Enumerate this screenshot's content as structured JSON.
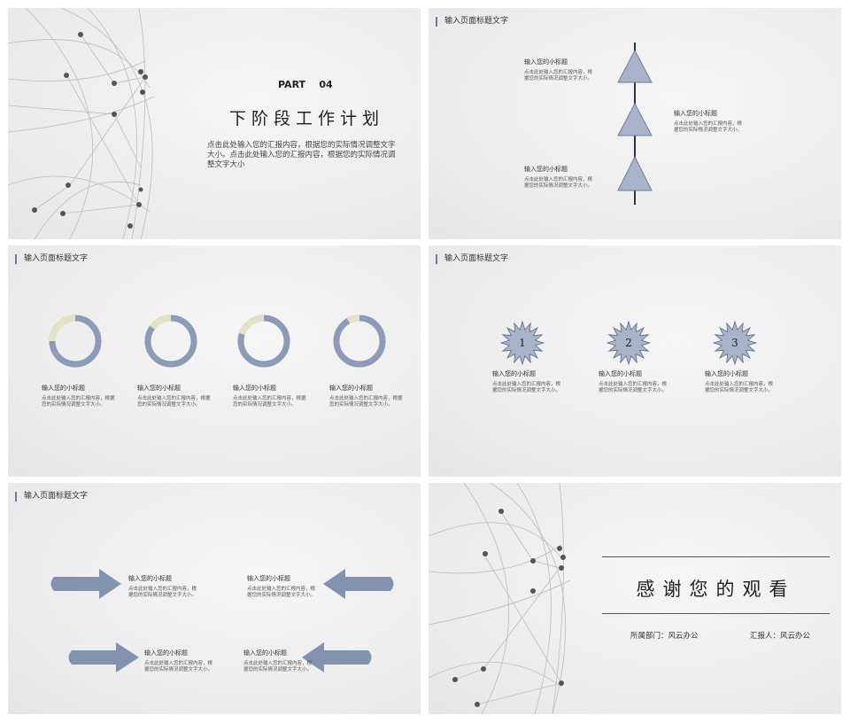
{
  "colors": {
    "accent": "#8e9bb6",
    "accent_dark": "#2d3447",
    "highlight": "#e4e2c4",
    "line": "#b8b8b8"
  },
  "slide1": {
    "part": "PART    04",
    "title": "下阶段工作计划",
    "desc": "点击此处输入您的汇报内容，根据您的实际情况调整文字大小。点击此处输入您的汇报内容，根据您的实际情况调整文字大小"
  },
  "slide2": {
    "header": "输入页面标题文字",
    "items": [
      {
        "title": "输入您的小标题",
        "desc": "点击此处输入您的汇报内容，根据您的实际情况调整文字大小。"
      },
      {
        "title": "输入您的小标题",
        "desc": "点击此处输入您的汇报内容，根据您的实际情况调整文字大小。"
      },
      {
        "title": "输入您的小标题",
        "desc": "点击此处输入您的汇报内容，根据您的实际情况调整文字大小。"
      }
    ]
  },
  "slide3": {
    "header": "输入页面标题文字",
    "items": [
      {
        "title": "输入您的小标题",
        "desc": "点击此处输入您的汇报内容，根据您的实际情况调整文字大小。",
        "progress": 0.25
      },
      {
        "title": "输入您的小标题",
        "desc": "点击此处输入您的汇报内容，根据您的实际情况调整文字大小。",
        "progress": 0.15
      },
      {
        "title": "输入您的小标题",
        "desc": "点击此处输入您的汇报内容，根据您的实际情况调整文字大小。",
        "progress": 0.2
      },
      {
        "title": "输入您的小标题",
        "desc": "点击此处输入您的汇报内容，根据您的实际情况调整文字大小。",
        "progress": 0.08
      }
    ]
  },
  "slide4": {
    "header": "输入页面标题文字",
    "items": [
      {
        "num": "1",
        "title": "输入您的小标题",
        "desc": "点击此处输入您的汇报内容，根据您的实际情况调整文字大小。"
      },
      {
        "num": "2",
        "title": "输入您的小标题",
        "desc": "点击此处输入您的汇报内容，根据您的实际情况调整文字大小。"
      },
      {
        "num": "3",
        "title": "输入您的小标题",
        "desc": "点击此处输入您的汇报内容，根据您的实际情况调整文字大小。"
      }
    ]
  },
  "slide5": {
    "header": "输入页面标题文字",
    "items": [
      {
        "title": "输入您的小标题",
        "desc": "点击此处输入您的汇报内容，根据您的实际情况调整文字大小。"
      },
      {
        "title": "输入您的小标题",
        "desc": "点击此处输入您的汇报内容，根据您的实际情况调整文字大小。"
      },
      {
        "title": "输入您的小标题",
        "desc": "点击此处输入您的汇报内容，根据您的实际情况调整文字大小。"
      },
      {
        "title": "输入您的小标题",
        "desc": "点击此处输入您的汇报内容，根据您的实际情况调整文字大小。"
      }
    ]
  },
  "slide6": {
    "title": "感谢您的观看",
    "dept": "所属部门：风云办公",
    "reporter": "汇报人：风云办公"
  }
}
